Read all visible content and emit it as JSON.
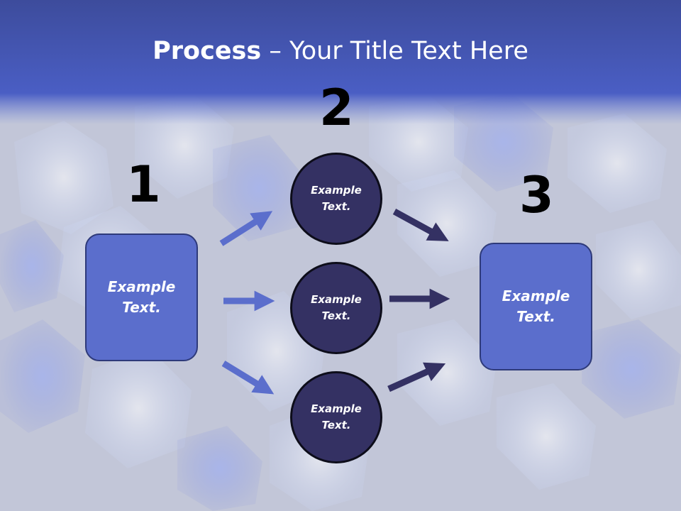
{
  "title": {
    "bold": "Process",
    "rest": " – Your Title Text Here"
  },
  "numbers": {
    "one": "1",
    "two": "2",
    "three": "3"
  },
  "left_box": {
    "line1": "Example",
    "line2": "Text."
  },
  "right_box": {
    "line1": "Example",
    "line2": "Text."
  },
  "circles": [
    {
      "line1": "Example",
      "line2": "Text."
    },
    {
      "line1": "Example",
      "line2": "Text."
    },
    {
      "line1": "Example",
      "line2": "Text."
    }
  ],
  "colors": {
    "header": "#4a5ec4",
    "box_fill": "#5b6ecc",
    "circle_fill": "#343163",
    "arrow_light": "#5b6ecc",
    "arrow_dark": "#343163"
  }
}
